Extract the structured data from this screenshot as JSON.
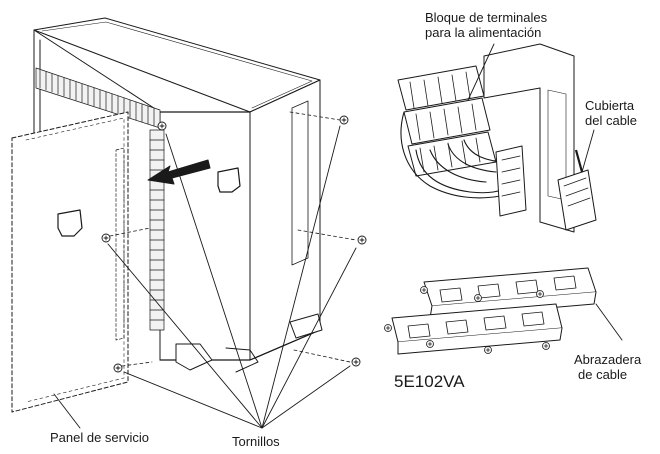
{
  "labels": {
    "terminal_block_line1": "Bloque de terminales",
    "terminal_block_line2": "para la alimentación",
    "cable_cover_line1": "Cubierta",
    "cable_cover_line2": "del cable",
    "cable_clamp_line1": "Abrazadera",
    "cable_clamp_line2": "de cable",
    "service_panel": "Panel de servicio",
    "screws": "Tornillos",
    "model_code": "5E102VA"
  },
  "colors": {
    "line": "#1a1a1a",
    "background": "#ffffff"
  }
}
